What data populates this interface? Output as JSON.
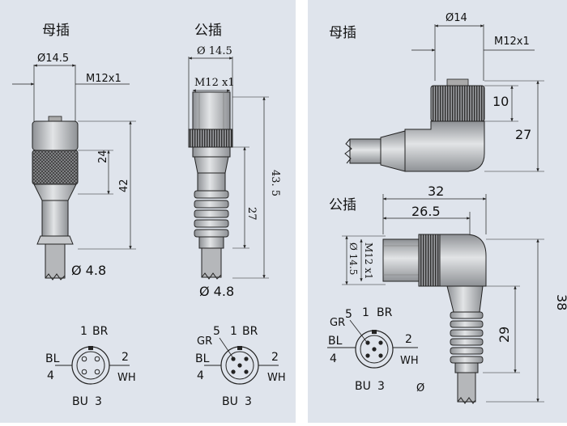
{
  "panels": {
    "left": {
      "female": {
        "title": "母插",
        "dia": "Ø14.5",
        "thread": "M12x1",
        "len_body": "24",
        "len_total": "42",
        "cable": "Ø 4.8"
      },
      "male": {
        "title": "公插",
        "dia": "Ø 14.5",
        "thread": "M12 x1",
        "len_total": "43. 5",
        "len_body": "27",
        "cable": "Ø 4.8"
      },
      "pin_female": {
        "p1": "1",
        "br": "BR",
        "bl": "BL",
        "p4": "4",
        "p2": "2",
        "wh": "WH",
        "bu": "BU",
        "p3": "3"
      },
      "pin_male": {
        "gr": "GR",
        "p5": "5",
        "p1": "1",
        "br": "BR",
        "bl": "BL",
        "p4": "4",
        "p2": "2",
        "wh": "WH",
        "bu": "BU",
        "p3": "3"
      }
    },
    "right": {
      "female": {
        "title": "母插",
        "dia": "Ø14",
        "thread": "M12x1",
        "h_small": "10",
        "h_big": "27"
      },
      "male": {
        "title": "公插",
        "len_a": "32",
        "len_b": "26.5",
        "thread": "M12 x1",
        "dia": "Ø 14.5",
        "h_big": "38",
        "h_small": "29"
      },
      "pin_male": {
        "gr": "GR",
        "p5": "5",
        "p1": "1",
        "br": "BR",
        "bl": "BL",
        "p4": "4",
        "p2": "2",
        "wh": "WH",
        "bu": "BU",
        "p3": "3",
        "extra": "Ø"
      }
    }
  },
  "colors": {
    "panel_bg": "#dfe4ec",
    "line": "#222222",
    "metal": "#b9bcc0",
    "knurl": "#555555",
    "cable": "#9a9c9f"
  }
}
